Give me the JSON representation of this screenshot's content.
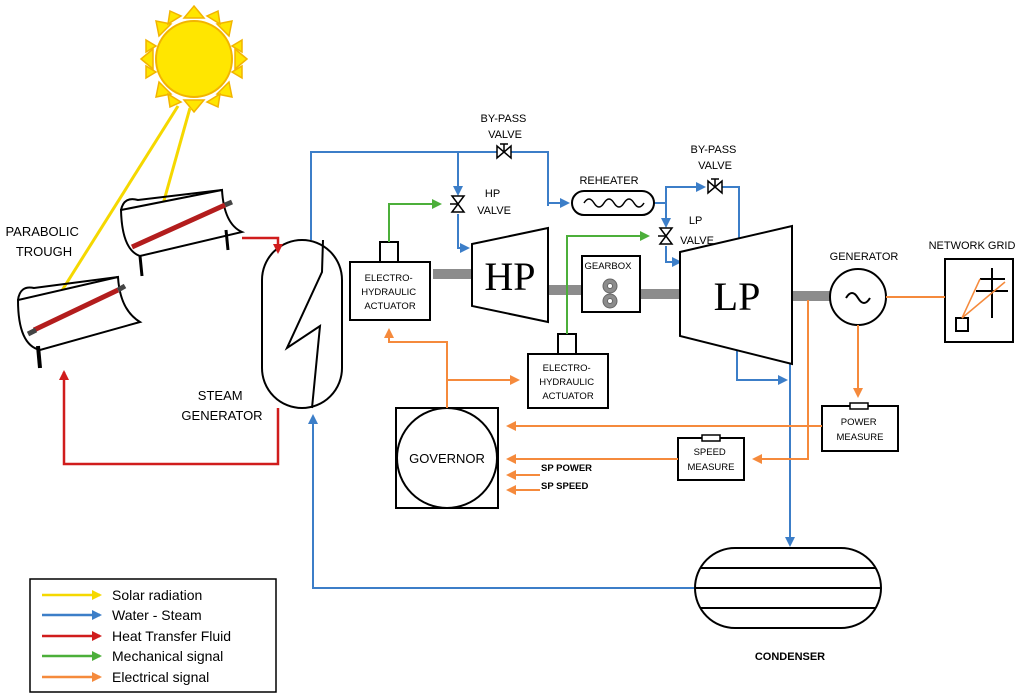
{
  "colors": {
    "solar": "#f5d800",
    "water_steam": "#3c7ec8",
    "heat_transfer": "#d01c1c",
    "mechanical": "#4caf3a",
    "electrical": "#f58a3c",
    "shaft": "#8c8c8c",
    "sun_fill": "#ffe600",
    "sun_stroke": "#f2b400"
  },
  "labels": {
    "parabolic_trough": [
      "PARABOLIC",
      "TROUGH"
    ],
    "steam_generator": [
      "STEAM",
      "GENERATOR"
    ],
    "bypass_valve_hp": [
      "BY-PASS",
      "VALVE"
    ],
    "bypass_valve_lp": [
      "BY-PASS",
      "VALVE"
    ],
    "hp_valve": [
      "HP",
      "VALVE"
    ],
    "lp_valve": [
      "LP",
      "VALVE"
    ],
    "reheater": "REHEATER",
    "gearbox": "GEARBOX",
    "hp": "HP",
    "lp": "LP",
    "generator": "GENERATOR",
    "network_grid": "NETWORK GRID",
    "actuator_1": [
      "ELECTRO-",
      "HYDRAULIC",
      "ACTUATOR"
    ],
    "actuator_2": [
      "ELECTRO-",
      "HYDRAULIC",
      "ACTUATOR"
    ],
    "governor": "GOVERNOR",
    "power_measure": [
      "POWER",
      "MEASURE"
    ],
    "speed_measure": [
      "SPEED",
      "MEASURE"
    ],
    "sp_power": "SP POWER",
    "sp_speed": "SP SPEED",
    "condenser": "CONDENSER"
  },
  "legend": {
    "items": [
      {
        "label": "Solar radiation",
        "color_key": "solar"
      },
      {
        "label": "Water - Steam",
        "color_key": "water_steam"
      },
      {
        "label": "Heat Transfer Fluid",
        "color_key": "heat_transfer"
      },
      {
        "label": "Mechanical signal",
        "color_key": "mechanical"
      },
      {
        "label": "Electrical signal",
        "color_key": "electrical"
      }
    ]
  }
}
